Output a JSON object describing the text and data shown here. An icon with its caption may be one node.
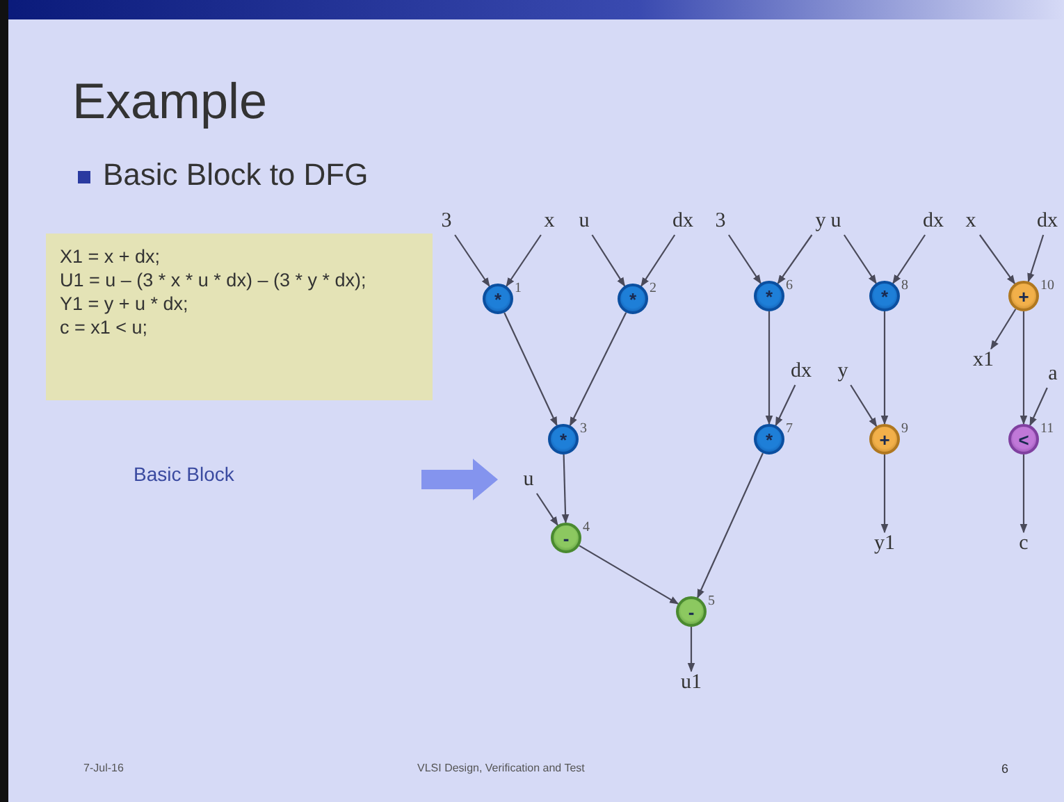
{
  "diagram": {
    "title": "Example",
    "nodes": [
      {
        "text": [
          "X1 = x + dx;",
          "U1 = u – (3 * x * u * dx) – (3 * y * dx);",
          "Y1 = y + u * dx;",
          "c = x1 < u;"
        ]
      },
      {
        "text": [
          "*"
        ],
        "beside": [
          "1"
        ]
      },
      {
        "text": [
          "*"
        ],
        "beside": [
          "2"
        ]
      },
      {
        "text": [
          "*"
        ],
        "beside": [
          "3"
        ]
      },
      {
        "text": [
          "-"
        ],
        "beside": [
          "4"
        ]
      },
      {
        "text": [
          "-"
        ],
        "beside": [
          "5"
        ]
      },
      {
        "text": [
          "*"
        ],
        "beside": [
          "6"
        ]
      },
      {
        "text": [
          "*"
        ],
        "beside": [
          "7"
        ]
      },
      {
        "text": [
          "*"
        ],
        "beside": [
          "8"
        ]
      },
      {
        "text": [
          "+"
        ],
        "beside": [
          "9"
        ]
      },
      {
        "text": [
          "+"
        ],
        "beside": [
          "10"
        ]
      },
      {
        "text": [
          "<"
        ],
        "beside": [
          "11"
        ]
      },
      {
        "text": [
          "3"
        ]
      },
      {
        "text": [
          "x"
        ]
      },
      {
        "text": [
          "u"
        ]
      },
      {
        "text": [
          "dx"
        ]
      },
      {
        "text": [
          "3"
        ]
      },
      {
        "text": [
          "y"
        ]
      },
      {
        "text": [
          "u"
        ]
      },
      {
        "text": [
          "dx"
        ]
      },
      {
        "text": [
          "x"
        ]
      },
      {
        "text": [
          "dx"
        ]
      },
      {
        "text": [
          "u"
        ]
      },
      {
        "text": [
          "dx"
        ]
      },
      {
        "text": [
          "y"
        ]
      },
      {
        "text": [
          "a"
        ]
      },
      {
        "text": [
          "x1"
        ]
      },
      {
        "text": [
          "y1"
        ]
      },
      {
        "text": [
          "c"
        ]
      },
      {
        "text": [
          "u1"
        ]
      }
    ],
    "edges": [
      {
        "from": 12,
        "to": 1,
        "arrow": "to"
      },
      {
        "from": 13,
        "to": 1,
        "arrow": "to"
      },
      {
        "from": 14,
        "to": 2,
        "arrow": "to"
      },
      {
        "from": 15,
        "to": 2,
        "arrow": "to"
      },
      {
        "from": 1,
        "to": 3,
        "arrow": "to"
      },
      {
        "from": 2,
        "to": 3,
        "arrow": "to"
      },
      {
        "from": 3,
        "to": 4,
        "arrow": "to"
      },
      {
        "from": 22,
        "to": 4,
        "arrow": "to"
      },
      {
        "from": 4,
        "to": 5,
        "arrow": "to"
      },
      {
        "from": 7,
        "to": 5,
        "arrow": "to"
      },
      {
        "from": 5,
        "to": 29,
        "arrow": "to"
      },
      {
        "from": 16,
        "to": 6,
        "arrow": "to"
      },
      {
        "from": 17,
        "to": 6,
        "arrow": "to"
      },
      {
        "from": 6,
        "to": 7,
        "arrow": "to"
      },
      {
        "from": 23,
        "to": 7,
        "arrow": "to"
      },
      {
        "from": 18,
        "to": 8,
        "arrow": "to"
      },
      {
        "from": 19,
        "to": 8,
        "arrow": "to"
      },
      {
        "from": 8,
        "to": 9,
        "arrow": "to"
      },
      {
        "from": 24,
        "to": 9,
        "arrow": "to"
      },
      {
        "from": 9,
        "to": 27,
        "arrow": "to"
      },
      {
        "from": 20,
        "to": 10,
        "arrow": "to"
      },
      {
        "from": 21,
        "to": 10,
        "arrow": "to"
      },
      {
        "from": 10,
        "to": 26,
        "arrow": "to"
      },
      {
        "from": 10,
        "to": 11,
        "arrow": "to"
      },
      {
        "from": 25,
        "to": 11,
        "arrow": "to"
      },
      {
        "from": 11,
        "to": 28,
        "arrow": "to"
      }
    ],
    "labels": [
      "Basic Block to DFG",
      "Basic Block",
      "7-Jul-16",
      "VLSI Design, Verification and Test",
      "6"
    ]
  }
}
